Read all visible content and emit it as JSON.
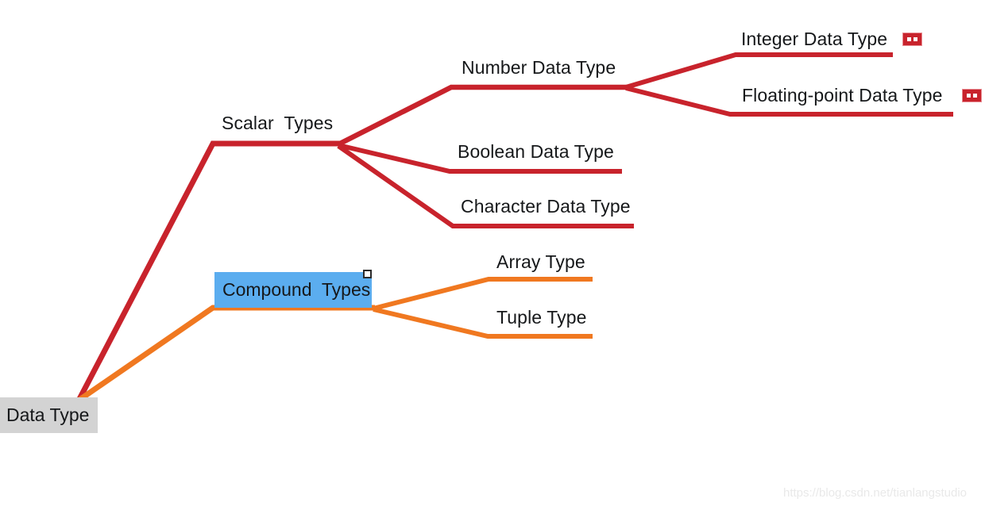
{
  "diagram": {
    "title": "Data Type Mind Map",
    "type": "mind-map",
    "background": "#ffffff",
    "colors": {
      "branch_scalar": "#c8232c",
      "branch_compound": "#f07820",
      "root_fill": "#d3d3d3",
      "selected_fill": "#5badef",
      "text": "#16181a",
      "badge": "#c8232c",
      "watermark": "#e9e9e9"
    },
    "root": {
      "label": "Data Type",
      "style": "box",
      "fill": "#d3d3d3"
    },
    "branches": [
      {
        "label": "Scalar  Types",
        "color": "#c8232c",
        "children": [
          {
            "label": "Number Data Type",
            "color": "#c8232c",
            "children": [
              {
                "label": "Integer Data Type",
                "color": "#c8232c",
                "note": true
              },
              {
                "label": "Floating-point Data Type",
                "color": "#c8232c",
                "note": true
              }
            ]
          },
          {
            "label": "Boolean Data Type",
            "color": "#c8232c",
            "children": []
          },
          {
            "label": "Character Data Type",
            "color": "#c8232c",
            "children": []
          }
        ]
      },
      {
        "label": "Compound  Types",
        "color": "#f07820",
        "selected": true,
        "fill": "#5badef",
        "children": [
          {
            "label": "Array Type",
            "color": "#f07820",
            "children": []
          },
          {
            "label": "Tuple Type",
            "color": "#f07820",
            "children": []
          }
        ]
      }
    ],
    "selection": {
      "node": "Compound  Types",
      "handle": "resize-handle"
    },
    "watermark": "https://blog.csdn.net/tianlangstudio"
  }
}
